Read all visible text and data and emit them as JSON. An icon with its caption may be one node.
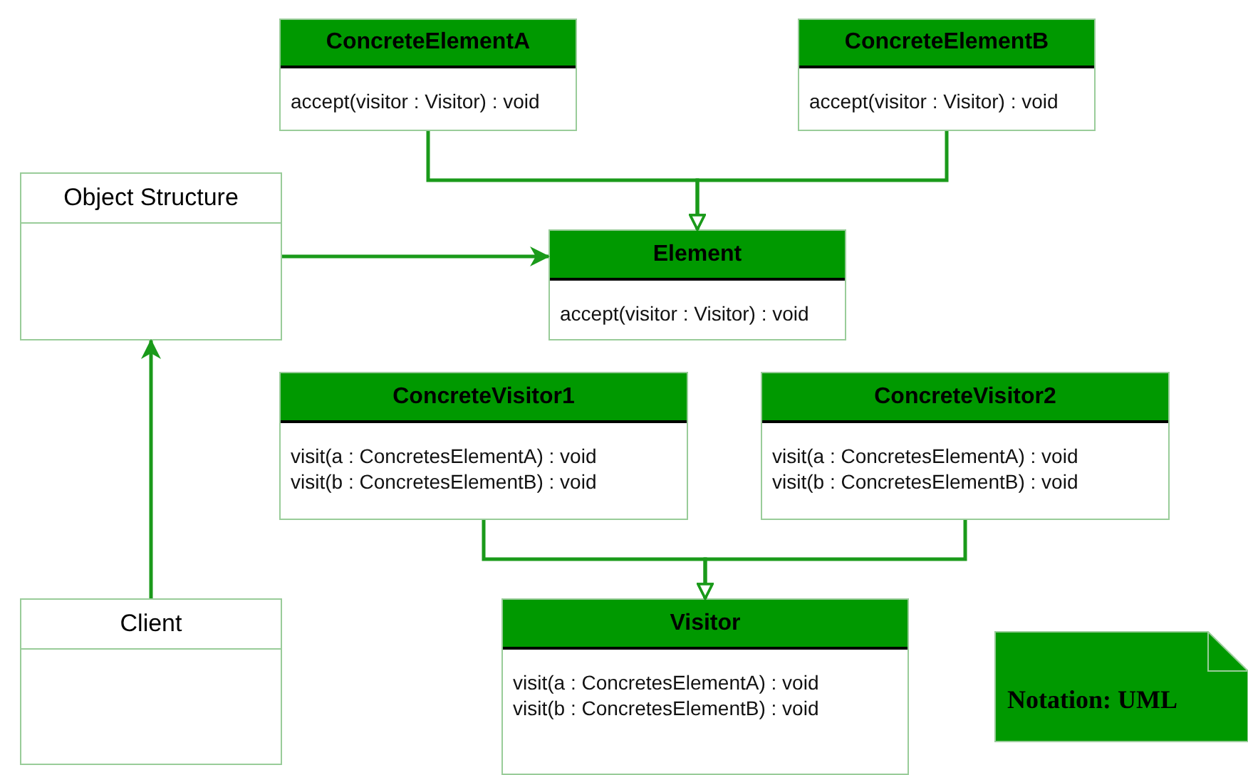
{
  "diagram": {
    "nodes": [
      {
        "text": [
          "ConcreteElementA",
          "accept(visitor : Visitor) : void"
        ]
      },
      {
        "text": [
          "ConcreteElementB",
          "accept(visitor : Visitor) : void"
        ]
      },
      {
        "text": [
          "Object Structure"
        ]
      },
      {
        "text": [
          "Element",
          "accept(visitor : Visitor) : void"
        ]
      },
      {
        "text": [
          "ConcreteVisitor1",
          "visit(a : ConcretesElementA) : void",
          "visit(b : ConcretesElementB) : void"
        ]
      },
      {
        "text": [
          "ConcreteVisitor2",
          "visit(a : ConcretesElementA) : void",
          "visit(b : ConcretesElementB) : void"
        ]
      },
      {
        "text": [
          "Client"
        ]
      },
      {
        "text": [
          "Visitor",
          "visit(a : ConcretesElementA) : void",
          "visit(b : ConcretesElementB) : void"
        ]
      },
      {
        "text": [
          "Notation: UML"
        ]
      }
    ],
    "edges": [
      {
        "from": 0,
        "to": 3,
        "arrow": "to"
      },
      {
        "from": 1,
        "to": 3,
        "arrow": "to"
      },
      {
        "from": 2,
        "to": 3,
        "arrow": "to"
      },
      {
        "from": 6,
        "to": 2,
        "arrow": "to"
      },
      {
        "from": 4,
        "to": 7,
        "arrow": "to"
      },
      {
        "from": 5,
        "to": 7,
        "arrow": "to"
      }
    ]
  }
}
